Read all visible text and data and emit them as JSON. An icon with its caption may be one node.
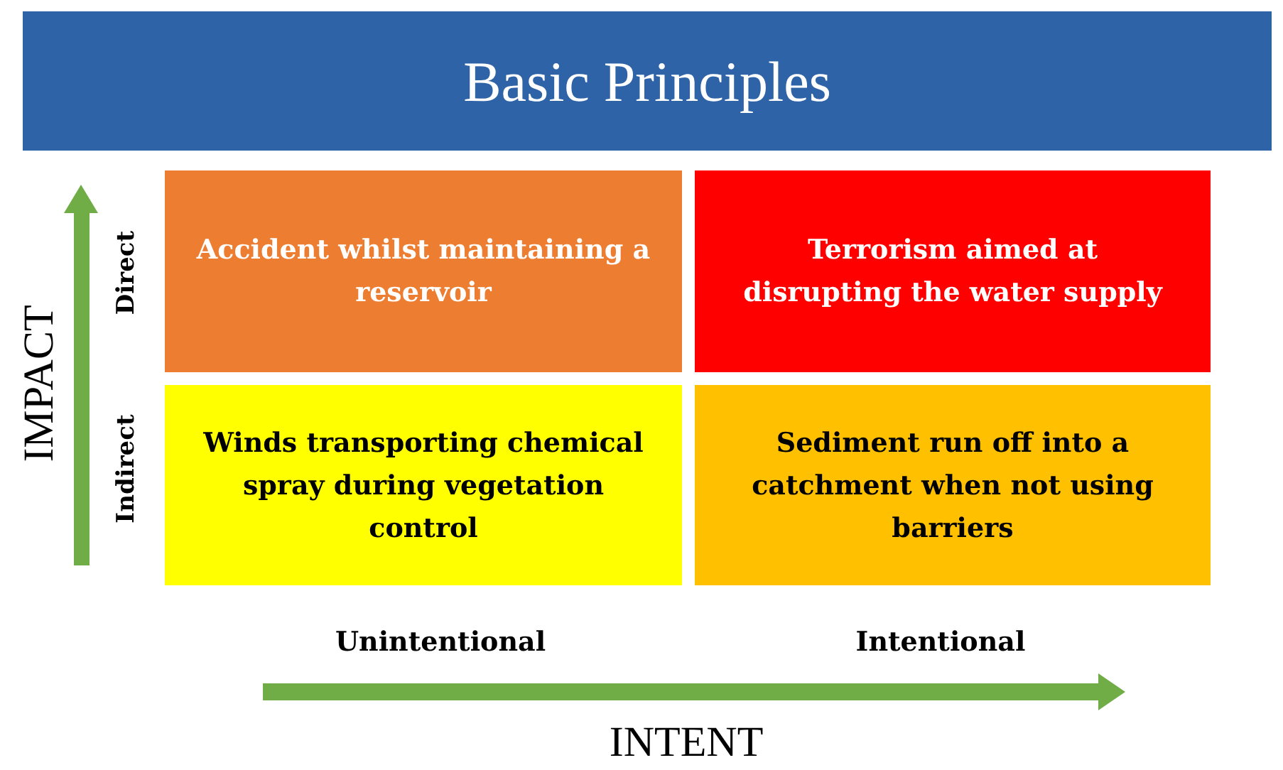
{
  "diagram": {
    "title": "Basic Principles",
    "nodes": [
      {
        "text": [
          "Accident whilst maintaining a reservoir"
        ]
      },
      {
        "text": [
          "Terrorism aimed at disrupting the water supply"
        ]
      },
      {
        "text": [
          "Winds transporting chemical spray during vegetation control"
        ]
      },
      {
        "text": [
          "Sediment run off into a catchment when not using barriers"
        ]
      }
    ],
    "labels": [
      "IMPACT",
      "Direct",
      "Indirect",
      "Unintentional",
      "Intentional",
      "INTENT"
    ]
  }
}
